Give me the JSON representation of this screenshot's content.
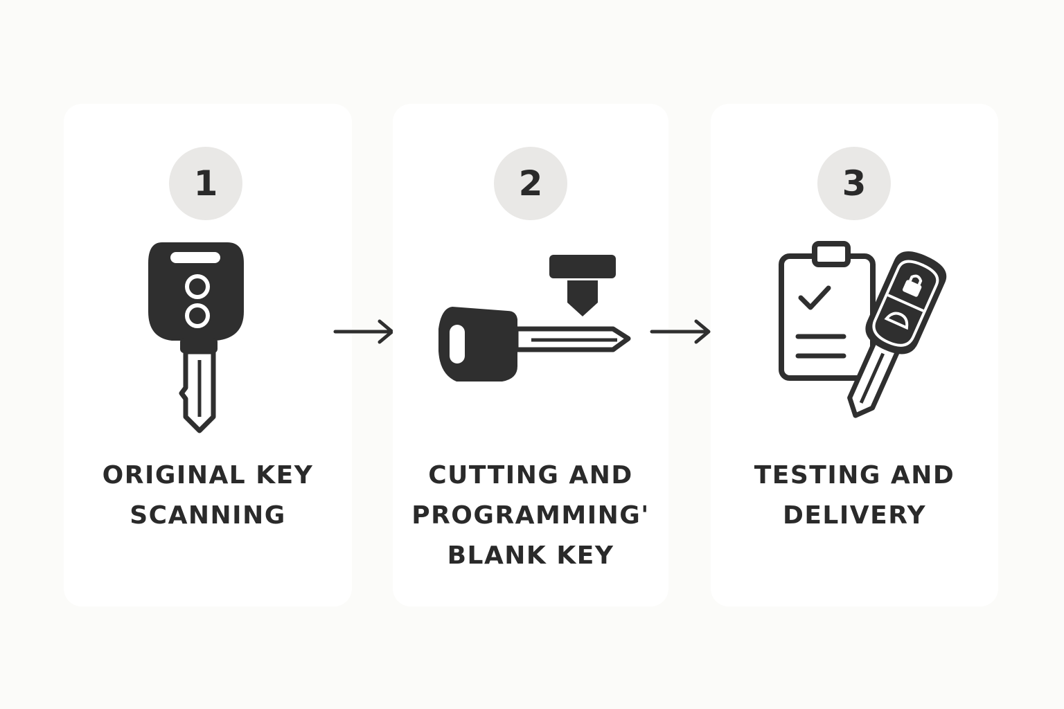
{
  "steps": [
    {
      "number": "1",
      "label_lines": [
        "ORIGINAL KEY",
        "SCANNING"
      ],
      "icon": "car-key-fob-icon"
    },
    {
      "number": "2",
      "label_lines": [
        "CUTTING AND",
        "PROGRAMMING'",
        "BLANK KEY"
      ],
      "icon": "key-cutting-machine-icon"
    },
    {
      "number": "3",
      "label_lines": [
        "TESTING AND",
        "DELIVERY"
      ],
      "icon": "clipboard-checklist-with-key-icon"
    }
  ],
  "arrows": [
    "right-arrow-icon",
    "right-arrow-icon"
  ],
  "colors": {
    "background": "#fbfbf9",
    "card": "#ffffff",
    "badge": "#e9e8e6",
    "ink": "#2a2a2a"
  }
}
